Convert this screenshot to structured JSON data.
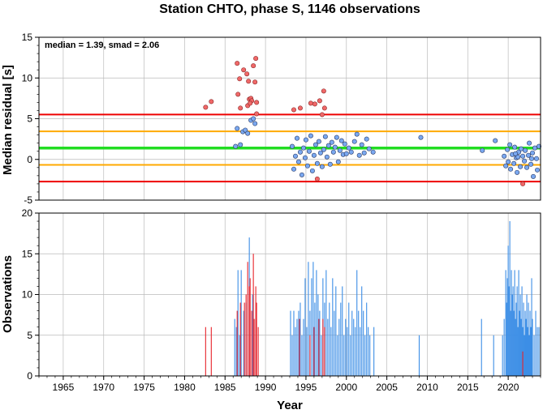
{
  "colors": {
    "inlier_fill": "#7aa8f0",
    "outlier_fill": "#f06868",
    "point_stroke": "#2a3b66",
    "median_line": "#22dd22",
    "smad_line": "#ffaa00",
    "outer_line": "#ee0000",
    "bar_blue": "#3c8ee6",
    "bar_red": "#e8222a",
    "grid": "#bbbbbb"
  },
  "chart_data": [
    {
      "type": "scatter",
      "title": "Station CHTO, phase S, 1146 observations",
      "annotation": "median = 1.39, smad = 2.06",
      "ylabel": "Median residual [s]",
      "xlim": [
        1962,
        2024
      ],
      "ylim": [
        -5,
        15
      ],
      "yticks": [
        "-5",
        "0",
        "5",
        "10",
        "15"
      ],
      "grid": true,
      "median": 1.39,
      "smad": 2.06,
      "hlines": [
        {
          "y": 1.39,
          "color": "#22dd22"
        },
        {
          "y": 3.45,
          "color": "#ffaa00"
        },
        {
          "y": -0.67,
          "color": "#ffaa00"
        },
        {
          "y": 5.51,
          "color": "#ee0000"
        },
        {
          "y": -2.73,
          "color": "#ee0000"
        }
      ],
      "outliers": [
        [
          1982.6,
          6.4
        ],
        [
          1983.3,
          7.1
        ],
        [
          1986.5,
          11.8
        ],
        [
          1986.8,
          9.9
        ],
        [
          1986.6,
          8.0
        ],
        [
          1986.9,
          6.3
        ],
        [
          1987.3,
          11.0
        ],
        [
          1987.7,
          10.5
        ],
        [
          1987.9,
          9.6
        ],
        [
          1988.0,
          7.4
        ],
        [
          1987.8,
          6.6
        ],
        [
          1988.2,
          7.5
        ],
        [
          1988.3,
          7.2
        ],
        [
          1988.5,
          11.5
        ],
        [
          1988.7,
          9.5
        ],
        [
          1988.8,
          12.4
        ],
        [
          1988.9,
          7.0
        ],
        [
          1988.9,
          5.6
        ],
        [
          1988.1,
          6.9
        ],
        [
          1993.5,
          6.1
        ],
        [
          1994.3,
          6.3
        ],
        [
          1995.6,
          6.9
        ],
        [
          1996.1,
          6.8
        ],
        [
          1996.7,
          7.2
        ],
        [
          1997.0,
          5.5
        ],
        [
          1997.2,
          8.4
        ],
        [
          1997.3,
          6.3
        ],
        [
          1996.4,
          -2.4
        ],
        [
          2021.8,
          -3.0
        ]
      ],
      "inliers": [
        [
          1986.3,
          1.6
        ],
        [
          1986.5,
          3.8
        ],
        [
          1986.9,
          1.8
        ],
        [
          1987.2,
          3.4
        ],
        [
          1987.5,
          3.6
        ],
        [
          1987.8,
          3.2
        ],
        [
          1988.2,
          4.8
        ],
        [
          1988.5,
          5.0
        ],
        [
          1988.7,
          4.4
        ],
        [
          1993.3,
          1.6
        ],
        [
          1993.5,
          -1.2
        ],
        [
          1993.7,
          0.4
        ],
        [
          1993.9,
          2.6
        ],
        [
          1994.1,
          -0.3
        ],
        [
          1994.3,
          0.9
        ],
        [
          1994.5,
          -1.9
        ],
        [
          1994.7,
          1.4
        ],
        [
          1994.9,
          0.2
        ],
        [
          1995.0,
          2.4
        ],
        [
          1995.2,
          -0.8
        ],
        [
          1995.4,
          1.0
        ],
        [
          1995.6,
          2.9
        ],
        [
          1995.8,
          -1.4
        ],
        [
          1996.0,
          0.5
        ],
        [
          1996.2,
          1.8
        ],
        [
          1996.4,
          -0.5
        ],
        [
          1996.6,
          2.2
        ],
        [
          1996.8,
          0.8
        ],
        [
          1997.0,
          -0.9
        ],
        [
          1997.2,
          1.2
        ],
        [
          1997.4,
          2.8
        ],
        [
          1997.6,
          0.3
        ],
        [
          1997.8,
          1.7
        ],
        [
          1998.0,
          -0.6
        ],
        [
          1998.2,
          2.1
        ],
        [
          1998.4,
          0.9
        ],
        [
          1998.6,
          1.5
        ],
        [
          1998.8,
          2.7
        ],
        [
          1999.0,
          -0.3
        ],
        [
          1999.2,
          1.1
        ],
        [
          1999.4,
          2.3
        ],
        [
          1999.6,
          0.6
        ],
        [
          1999.8,
          1.9
        ],
        [
          2000.0,
          0.7
        ],
        [
          2000.3,
          1.4
        ],
        [
          2000.6,
          0.9
        ],
        [
          2001.0,
          2.2
        ],
        [
          2001.3,
          3.1
        ],
        [
          2001.6,
          0.5
        ],
        [
          2001.9,
          1.8
        ],
        [
          2002.2,
          0.8
        ],
        [
          2002.5,
          2.5
        ],
        [
          2002.8,
          1.3
        ],
        [
          2003.3,
          0.9
        ],
        [
          2009.2,
          2.7
        ],
        [
          2016.8,
          1.1
        ],
        [
          2018.4,
          2.3
        ],
        [
          2019.5,
          0.4
        ],
        [
          2019.7,
          -0.8
        ],
        [
          2019.9,
          1.2
        ],
        [
          2020.0,
          -0.3
        ],
        [
          2020.2,
          1.8
        ],
        [
          2020.3,
          -1.2
        ],
        [
          2020.5,
          0.6
        ],
        [
          2020.7,
          -0.5
        ],
        [
          2020.8,
          1.5
        ],
        [
          2021.0,
          0.2
        ],
        [
          2021.1,
          -1.6
        ],
        [
          2021.3,
          0.9
        ],
        [
          2021.5,
          -0.9
        ],
        [
          2021.6,
          1.3
        ],
        [
          2021.8,
          0.4
        ],
        [
          2022.0,
          -0.2
        ],
        [
          2022.1,
          1.1
        ],
        [
          2022.3,
          -1.0
        ],
        [
          2022.5,
          0.5
        ],
        [
          2022.6,
          2.0
        ],
        [
          2022.8,
          -0.6
        ],
        [
          2023.0,
          0.8
        ],
        [
          2023.1,
          -2.1
        ],
        [
          2023.3,
          1.4
        ],
        [
          2023.5,
          0.1
        ],
        [
          2023.6,
          -1.3
        ],
        [
          2023.8,
          1.6
        ],
        [
          2021.2,
          0.3
        ],
        [
          2022.9,
          0.1
        ],
        [
          2020.9,
          0.7
        ]
      ]
    },
    {
      "type": "bar",
      "xlabel": "Year",
      "ylabel": "Observations",
      "xlim": [
        1962,
        2024
      ],
      "ylim": [
        0,
        20
      ],
      "xticks": [
        "1965",
        "1970",
        "1975",
        "1980",
        "1985",
        "1990",
        "1995",
        "2000",
        "2005",
        "2010",
        "2015",
        "2020"
      ],
      "yticks": [
        "0",
        "5",
        "10",
        "15",
        "20"
      ],
      "grid": true,
      "series": [
        {
          "color": "#3c8ee6",
          "bars": [
            [
              1986.2,
              7
            ],
            [
              1986.4,
              6
            ],
            [
              1986.6,
              13
            ],
            [
              1986.8,
              5
            ],
            [
              1987.0,
              13
            ],
            [
              1987.3,
              8
            ],
            [
              1987.6,
              9
            ],
            [
              1988.0,
              17
            ],
            [
              1988.4,
              10
            ],
            [
              1988.8,
              7
            ],
            [
              1993.1,
              8
            ],
            [
              1993.3,
              5
            ],
            [
              1993.5,
              8
            ],
            [
              1993.7,
              6
            ],
            [
              1993.9,
              7
            ],
            [
              1994.1,
              8
            ],
            [
              1994.3,
              9
            ],
            [
              1994.5,
              5
            ],
            [
              1994.7,
              7
            ],
            [
              1994.9,
              12
            ],
            [
              1995.1,
              6
            ],
            [
              1995.3,
              14
            ],
            [
              1995.5,
              8
            ],
            [
              1995.7,
              12
            ],
            [
              1995.9,
              14
            ],
            [
              1996.1,
              9
            ],
            [
              1996.3,
              13
            ],
            [
              1996.5,
              10
            ],
            [
              1996.7,
              8
            ],
            [
              1996.9,
              5
            ],
            [
              1997.1,
              12
            ],
            [
              1997.3,
              9
            ],
            [
              1997.5,
              13
            ],
            [
              1997.7,
              7
            ],
            [
              1997.9,
              9
            ],
            [
              1998.1,
              6
            ],
            [
              1998.3,
              12
            ],
            [
              1998.5,
              8
            ],
            [
              1998.7,
              11
            ],
            [
              1998.9,
              5
            ],
            [
              1999.1,
              7
            ],
            [
              1999.3,
              9
            ],
            [
              1999.5,
              11
            ],
            [
              1999.7,
              5
            ],
            [
              1999.9,
              7
            ],
            [
              2000.1,
              6
            ],
            [
              2000.3,
              9
            ],
            [
              2000.5,
              5
            ],
            [
              2000.7,
              8
            ],
            [
              2000.9,
              7
            ],
            [
              2001.1,
              6
            ],
            [
              2001.3,
              13
            ],
            [
              2001.5,
              8
            ],
            [
              2001.7,
              6
            ],
            [
              2001.9,
              11
            ],
            [
              2002.1,
              8
            ],
            [
              2002.3,
              5
            ],
            [
              2002.5,
              9
            ],
            [
              2002.7,
              6
            ],
            [
              2002.9,
              5
            ],
            [
              2003.4,
              6
            ],
            [
              2009.0,
              5
            ],
            [
              2016.7,
              7
            ],
            [
              2018.2,
              5
            ],
            [
              2019.3,
              5
            ],
            [
              2019.5,
              7
            ],
            [
              2019.7,
              13
            ],
            [
              2019.8,
              9
            ],
            [
              2019.9,
              12
            ],
            [
              2020.0,
              16
            ],
            [
              2020.1,
              11
            ],
            [
              2020.2,
              19
            ],
            [
              2020.3,
              8
            ],
            [
              2020.4,
              13
            ],
            [
              2020.5,
              10
            ],
            [
              2020.6,
              11
            ],
            [
              2020.7,
              8
            ],
            [
              2020.8,
              13
            ],
            [
              2020.9,
              7
            ],
            [
              2021.0,
              9
            ],
            [
              2021.1,
              11
            ],
            [
              2021.2,
              6
            ],
            [
              2021.3,
              13
            ],
            [
              2021.4,
              8
            ],
            [
              2021.5,
              10
            ],
            [
              2021.6,
              7
            ],
            [
              2021.7,
              11
            ],
            [
              2021.8,
              6
            ],
            [
              2021.9,
              9
            ],
            [
              2022.0,
              5
            ],
            [
              2022.1,
              8
            ],
            [
              2022.2,
              7
            ],
            [
              2022.3,
              10
            ],
            [
              2022.4,
              6
            ],
            [
              2022.5,
              9
            ],
            [
              2022.6,
              5
            ],
            [
              2022.7,
              8
            ],
            [
              2022.8,
              6
            ],
            [
              2022.9,
              12
            ],
            [
              2023.0,
              7
            ],
            [
              2023.2,
              5
            ],
            [
              2023.4,
              8
            ],
            [
              2023.6,
              6
            ],
            [
              2023.8,
              6
            ]
          ]
        },
        {
          "color": "#e8222a",
          "bars": [
            [
              1982.6,
              6
            ],
            [
              1983.3,
              6
            ],
            [
              1986.5,
              8
            ],
            [
              1986.9,
              9
            ],
            [
              1987.4,
              9
            ],
            [
              1987.6,
              10
            ],
            [
              1987.8,
              14
            ],
            [
              1988.0,
              11
            ],
            [
              1988.1,
              12
            ],
            [
              1988.3,
              8
            ],
            [
              1988.5,
              15
            ],
            [
              1988.6,
              7
            ],
            [
              1988.8,
              11
            ],
            [
              1988.9,
              9
            ],
            [
              1989.1,
              6
            ],
            [
              1994.2,
              7
            ],
            [
              1995.5,
              5
            ],
            [
              1996.0,
              6
            ],
            [
              1996.6,
              7
            ],
            [
              1997.1,
              7
            ],
            [
              1997.3,
              6
            ],
            [
              2021.8,
              3
            ]
          ]
        }
      ]
    }
  ]
}
